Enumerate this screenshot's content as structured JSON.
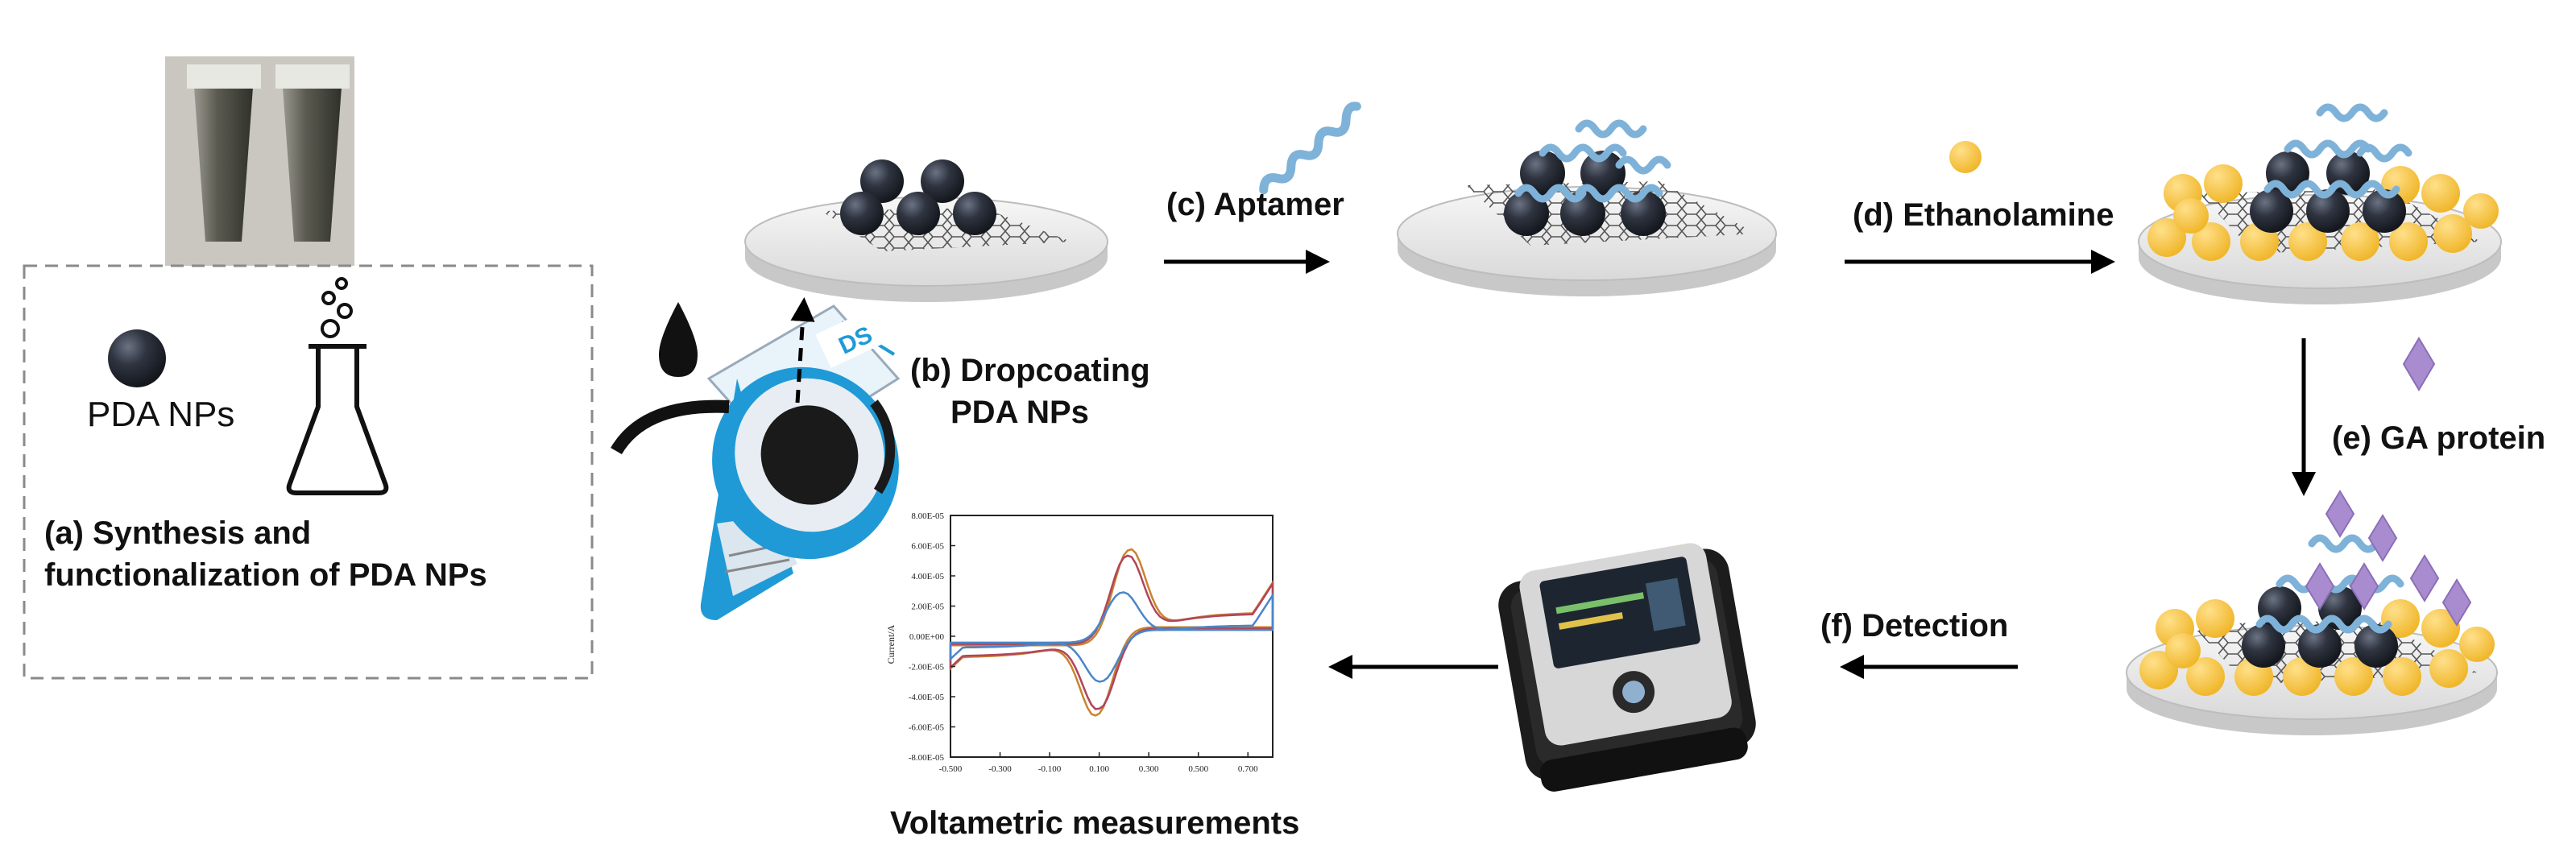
{
  "labels": {
    "pda_nps": "PDA NPs",
    "step_a_line1": "(a) Synthesis and",
    "step_a_line2": "functionalization of PDA NPs",
    "step_b_line1": "(b) Dropcoating",
    "step_b_line2": "PDA NPs",
    "step_c": "(c) Aptamer",
    "step_d": "(d) Ethanolamine",
    "step_e": "(e) GA protein",
    "step_f": "(f) Detection",
    "voltammetry": "Voltametric measurements",
    "electrode_tag": "DS"
  },
  "colors": {
    "nanoparticle": "#2f3440",
    "aptamer": "#7fb2d8",
    "ethanolamine": "#f5c242",
    "ga_protein": "#a98bd0",
    "electrode_blue": "#1f9ad6",
    "curve_orange": "#c9832e",
    "curve_red": "#b0465a",
    "curve_blue": "#4a86c8"
  },
  "chart_data": {
    "type": "line",
    "title": "",
    "xlabel": "",
    "ylabel": "Current/A",
    "xlim": [
      -0.5,
      0.8
    ],
    "ylim": [
      -8e-05,
      8e-05
    ],
    "x_ticks": [
      "-0.500",
      "-0.300",
      "-0.100",
      "0.100",
      "0.300",
      "0.500",
      "0.700"
    ],
    "y_ticks": [
      "8.00E-05",
      "6.00E-05",
      "4.00E-05",
      "2.00E-05",
      "0.00E+00",
      "-2.00E-05",
      "-4.00E-05",
      "-6.00E-05",
      "-8.00E-05"
    ],
    "series": [
      {
        "peak_ox_x": 0.22,
        "peak_ox_y": 6.3e-05,
        "peak_red_x": 0.09,
        "peak_red_y": -5.8e-05,
        "color": "#c9832e"
      },
      {
        "peak_ox_x": 0.21,
        "peak_ox_y": 5.8e-05,
        "peak_red_x": 0.1,
        "peak_red_y": -5.3e-05,
        "color": "#b0465a"
      },
      {
        "peak_ox_x": 0.19,
        "peak_ox_y": 3.3e-05,
        "peak_red_x": 0.11,
        "peak_red_y": -3.4e-05,
        "color": "#4a86c8"
      }
    ]
  }
}
